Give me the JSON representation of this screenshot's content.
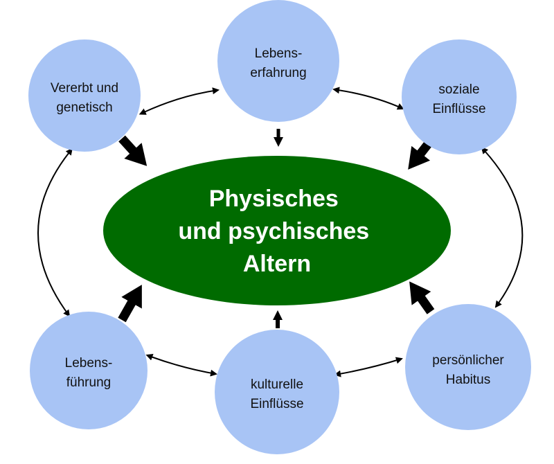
{
  "center": {
    "lines": [
      "Physisches",
      "und psychisches",
      "Altern"
    ]
  },
  "nodes": [
    {
      "id": "vererbt",
      "lines": [
        "Vererbt und",
        "genetisch"
      ]
    },
    {
      "id": "lebenserfahrung",
      "lines": [
        "Lebens-",
        "erfahrung"
      ]
    },
    {
      "id": "soziale",
      "lines": [
        "soziale",
        "Einflüsse"
      ]
    },
    {
      "id": "lebensfuehrung",
      "lines": [
        "Lebens-",
        "führung"
      ]
    },
    {
      "id": "kulturelle",
      "lines": [
        "kulturelle",
        "Einflüsse"
      ]
    },
    {
      "id": "habitus",
      "lines": [
        "persönlicher",
        "Habitus"
      ]
    }
  ],
  "colors": {
    "node": "#a8c4f5",
    "center": "#006b00",
    "arrow": "#000000"
  }
}
